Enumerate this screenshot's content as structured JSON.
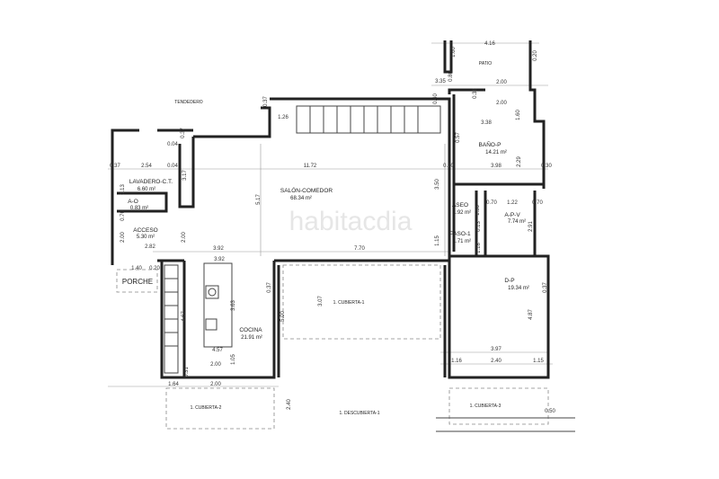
{
  "watermark": "habitacdia",
  "rooms": {
    "tendedero": {
      "name": "TENDEDERO"
    },
    "patio": {
      "name": "PATIO"
    },
    "lavadero": {
      "name": "LAVADERO-C.T.",
      "area": "6.60 m²"
    },
    "ao": {
      "name": "A-O",
      "area": "0.83 m²"
    },
    "acceso": {
      "name": "ACCESO",
      "area": "5.30 m²"
    },
    "porche": {
      "name": "PORCHE"
    },
    "salon": {
      "name": "SALÓN-COMEDOR",
      "area": "68.34 m²"
    },
    "bano": {
      "name": "BAÑO-P",
      "area": "14.21 m²"
    },
    "aseo": {
      "name": "ASEO",
      "area": "1.92 m²"
    },
    "apv": {
      "name": "A-P-V",
      "area": "7.74 m²"
    },
    "paso": {
      "name": "PASO-1",
      "area": "1.71 m²"
    },
    "dp": {
      "name": "D-P",
      "area": "19.34 m²"
    },
    "cocina": {
      "name": "COCINA",
      "area": "21.91 m²"
    },
    "cubierta1": {
      "name": "1. CUBIERTA-1"
    },
    "cubierta2": {
      "name": "1. CUBIERTA-2"
    },
    "cubierta3": {
      "name": "1. CUBIERTA-3"
    },
    "descubierta1": {
      "name": "1. DESCUBIERTA-1"
    }
  },
  "dimensions": [
    "11.72",
    "7.70",
    "3.92",
    "3.92",
    "2.54",
    "0.37",
    "0.04",
    "0.04",
    "3.17",
    "5.17",
    "1.26",
    "0.37",
    "0.37",
    "3.50",
    "1.15",
    "0.20",
    "2.82",
    "2.00",
    "2.00",
    "0.70",
    "0.13",
    "1.40",
    "0.20",
    "3.35",
    "0.80",
    "1.60",
    "0.20",
    "2.00",
    "0.38",
    "0.40",
    "2.00",
    "3.38",
    "1.60",
    "0.57",
    "3.98",
    "2.29",
    "0.30",
    "0.70",
    "1.22",
    "0.70",
    "1.56",
    "2.91",
    "0.13",
    "1.18",
    "3.63",
    "4.67",
    "4.57",
    "1.05",
    "2.00",
    "0.31",
    "1.64",
    "2.00",
    "0.37",
    "5.00",
    "3.07",
    "4.87",
    "3.97",
    "1.16",
    "2.40",
    "1.15",
    "0.37",
    "2.40",
    "0.50",
    "4.16"
  ]
}
